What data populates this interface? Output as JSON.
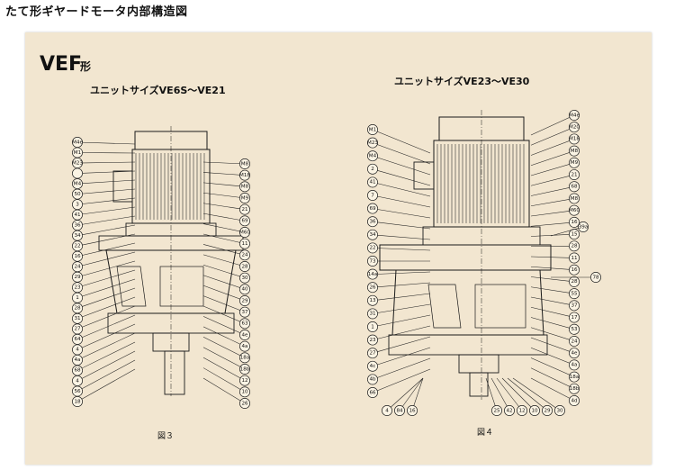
{
  "page": {
    "title": "たて形ギヤードモータ内部構造図"
  },
  "series": {
    "model": "VEF",
    "suffix": "形"
  },
  "diagrams": [
    {
      "heading": "ユニットサイズVE6S〜VE21",
      "caption": "図３",
      "callouts_left": [
        "M4e",
        "M1",
        "M23",
        "",
        "M4",
        "50",
        "3",
        "41",
        "36",
        "34",
        "22",
        "16",
        "24",
        "29",
        "23",
        "1",
        "28",
        "31",
        "27",
        "64",
        "4",
        "4a",
        "68",
        "4",
        "56",
        "18"
      ],
      "callouts_right": [
        "M8",
        "M18",
        "M8",
        "M9",
        "21",
        "69",
        "M60",
        "11",
        "24",
        "28",
        "30",
        "40",
        "29",
        "37",
        "63",
        "4e",
        "4a",
        "18a",
        "18b",
        "12",
        "10",
        "26"
      ]
    },
    {
      "heading": "ユニットサイズVE23〜VE30",
      "caption": "図４",
      "callouts_left": [
        "M1",
        "M23",
        "M4",
        "2",
        "41",
        "7",
        "69",
        "36",
        "34",
        "22",
        "73",
        "14a",
        "26",
        "13",
        "31",
        "1",
        "23",
        "27",
        "4c",
        "4b",
        "66"
      ],
      "callouts_right": [
        "M4e",
        "M20",
        "M18",
        "M8",
        "M9",
        "21",
        "68",
        "M8",
        "M60",
        "16",
        "15",
        "28",
        "11",
        "16",
        "28",
        "55",
        "37",
        "17",
        "53",
        "24",
        "4e",
        "4a",
        "18a",
        "18b",
        "4d"
      ],
      "callouts_side": [
        "39a",
        "78"
      ],
      "callouts_bottom_left": [
        "4",
        "84",
        "16"
      ],
      "callouts_bottom_right": [
        "25",
        "42",
        "12",
        "10",
        "29",
        "30"
      ]
    }
  ]
}
